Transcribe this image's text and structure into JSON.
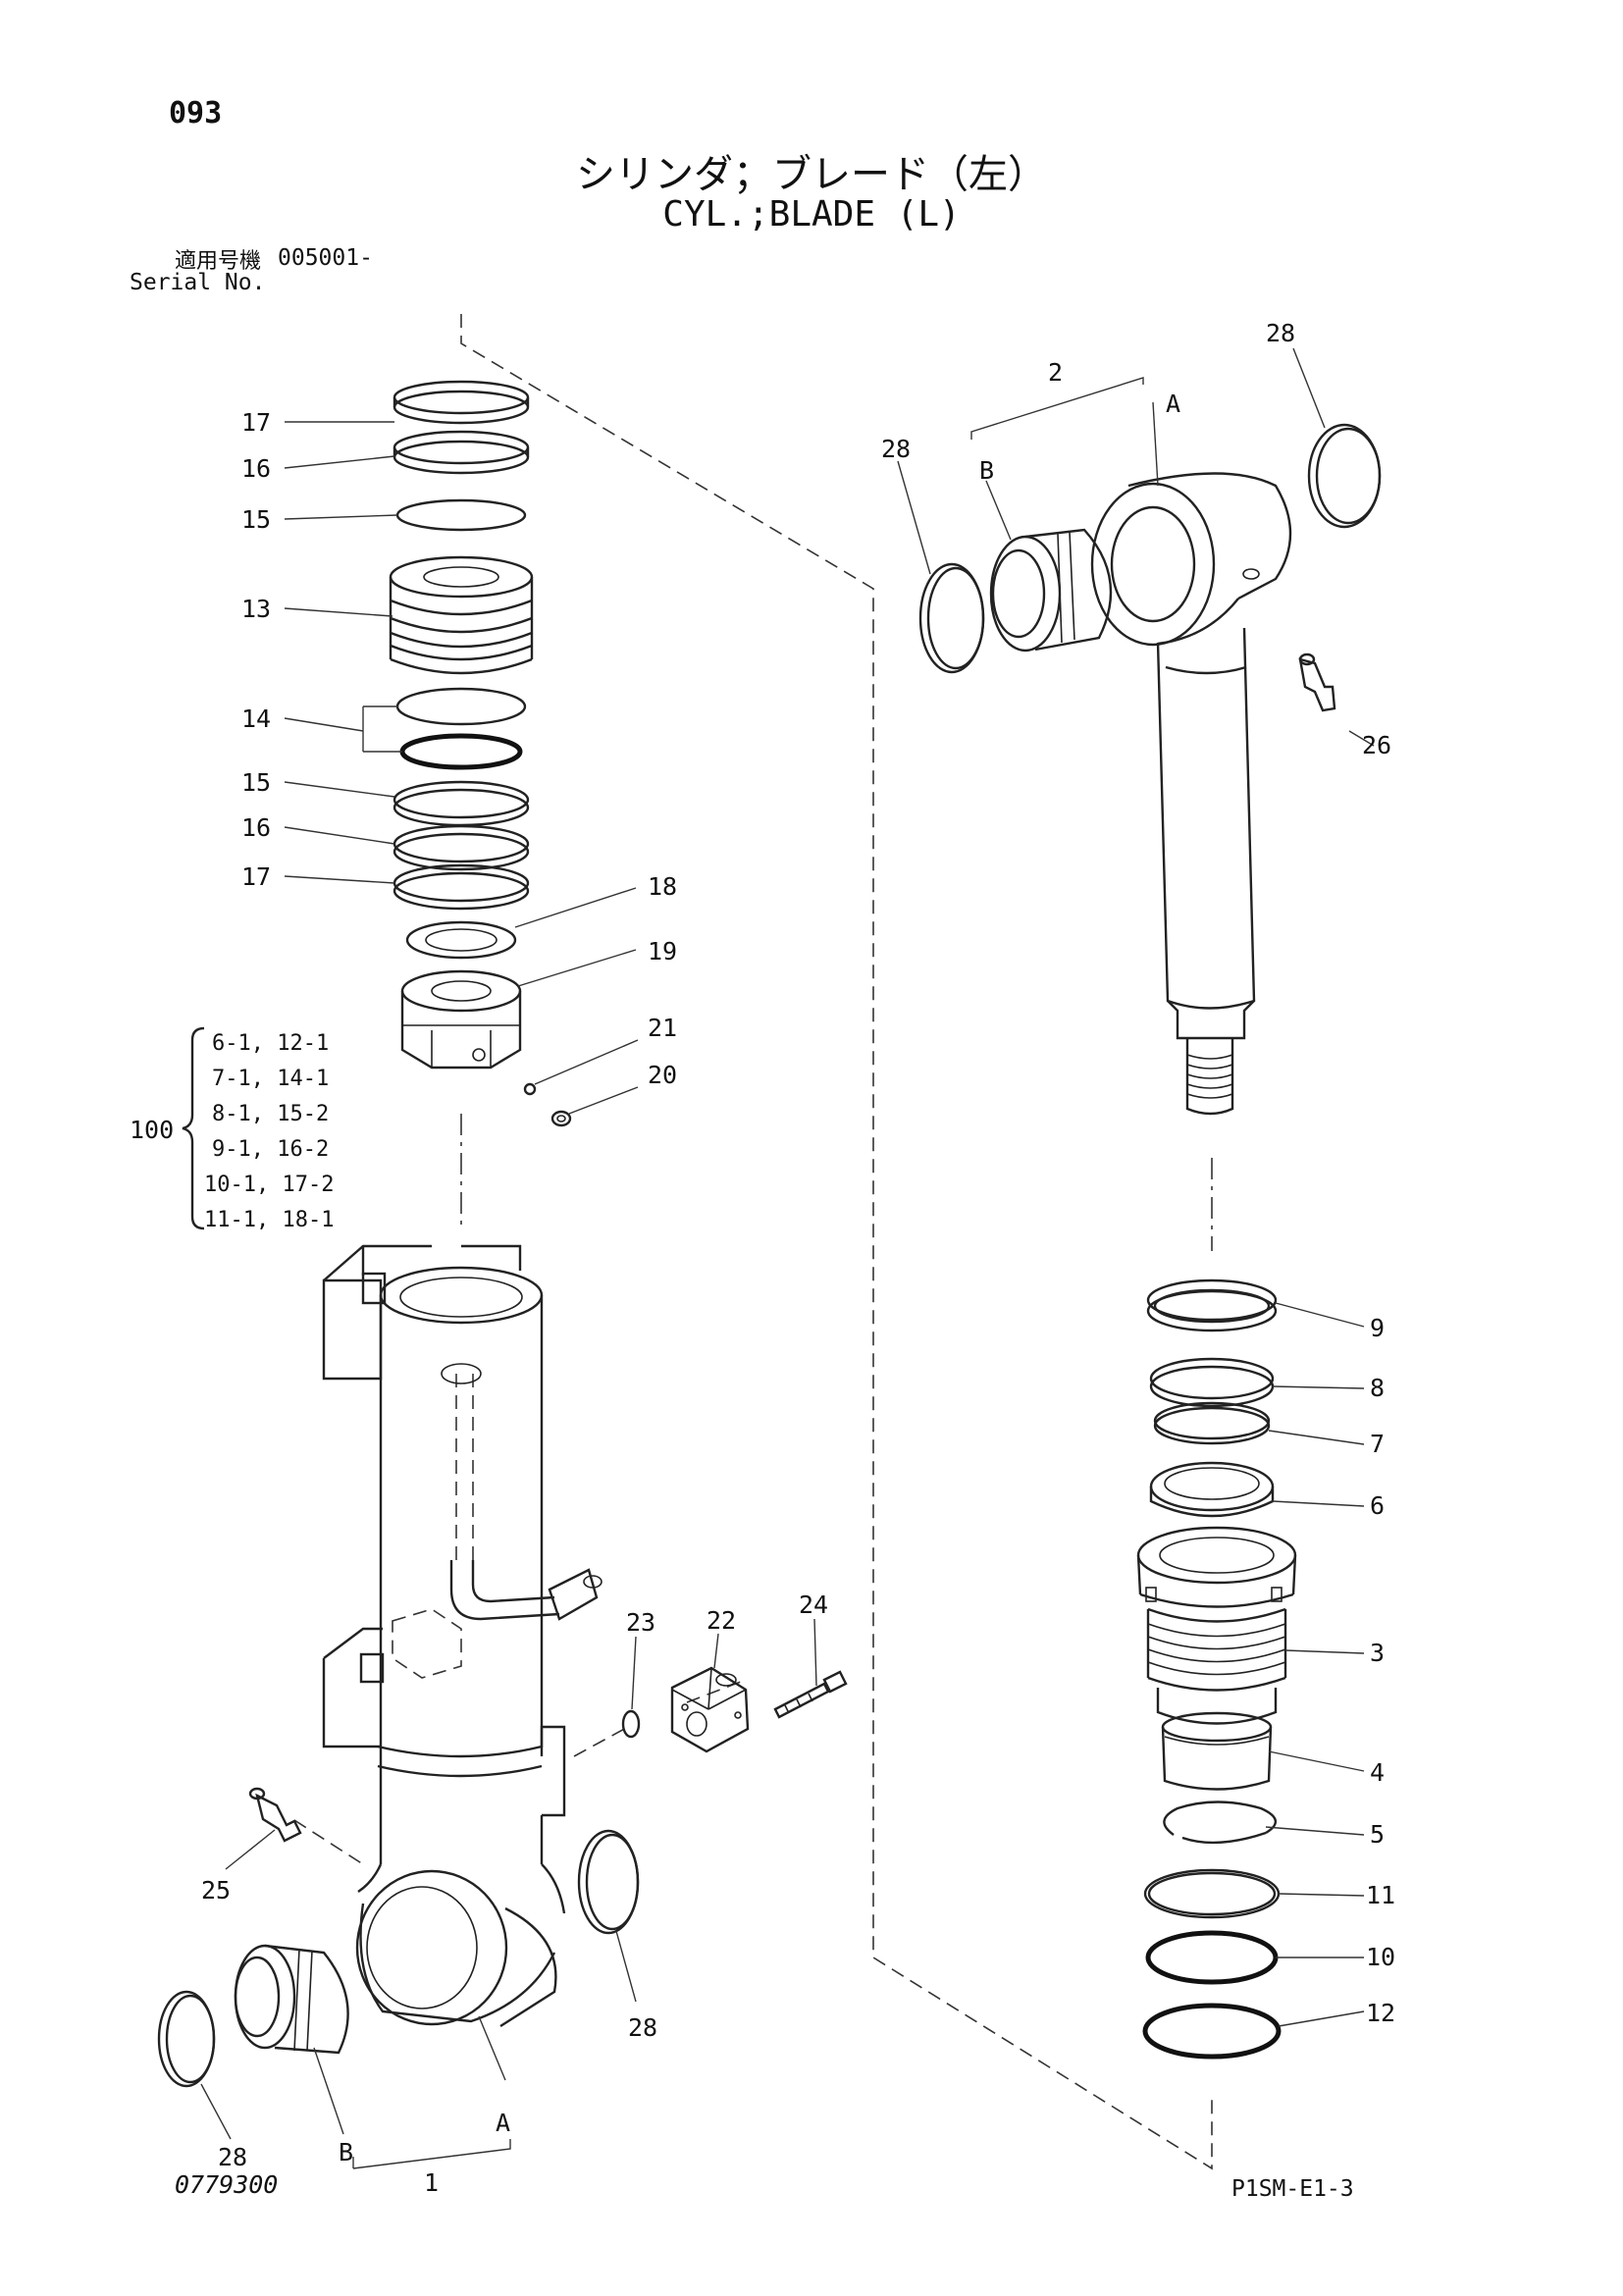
{
  "page_number": "093",
  "title_jp": "シリンダ；ブレード（左）",
  "title_en": "CYL.;BLADE (L)",
  "serial_label_jp": "適用号機",
  "serial_value": "005001-",
  "serial_label_en": "Serial No.",
  "drawing_number": "0779300",
  "page_code": "P1SM-E1-3",
  "kit": {
    "number": "100",
    "lines": [
      "6-1, 12-1",
      "7-1, 14-1",
      "8-1, 15-2",
      "9-1, 16-2",
      "10-1, 17-2",
      "11-1, 18-1"
    ]
  },
  "callouts": {
    "c17a": "17",
    "c16a": "16",
    "c15a": "15",
    "c13": "13",
    "c14": "14",
    "c15b": "15",
    "c16b": "16",
    "c17b": "17",
    "c18": "18",
    "c19": "19",
    "c21": "21",
    "c20": "20",
    "c23": "23",
    "c22": "22",
    "c24": "24",
    "c25": "25",
    "c28a": "28",
    "c28b": "28",
    "c28c": "28",
    "c28d": "28",
    "cA1": "A",
    "cB1": "B",
    "c1": "1",
    "c2": "2",
    "cA2": "A",
    "cB2": "B",
    "c26": "26",
    "c9": "9",
    "c8": "8",
    "c7": "7",
    "c6": "6",
    "c3": "3",
    "c4": "4",
    "c5": "5",
    "c11": "11",
    "c10": "10",
    "c12": "12"
  }
}
